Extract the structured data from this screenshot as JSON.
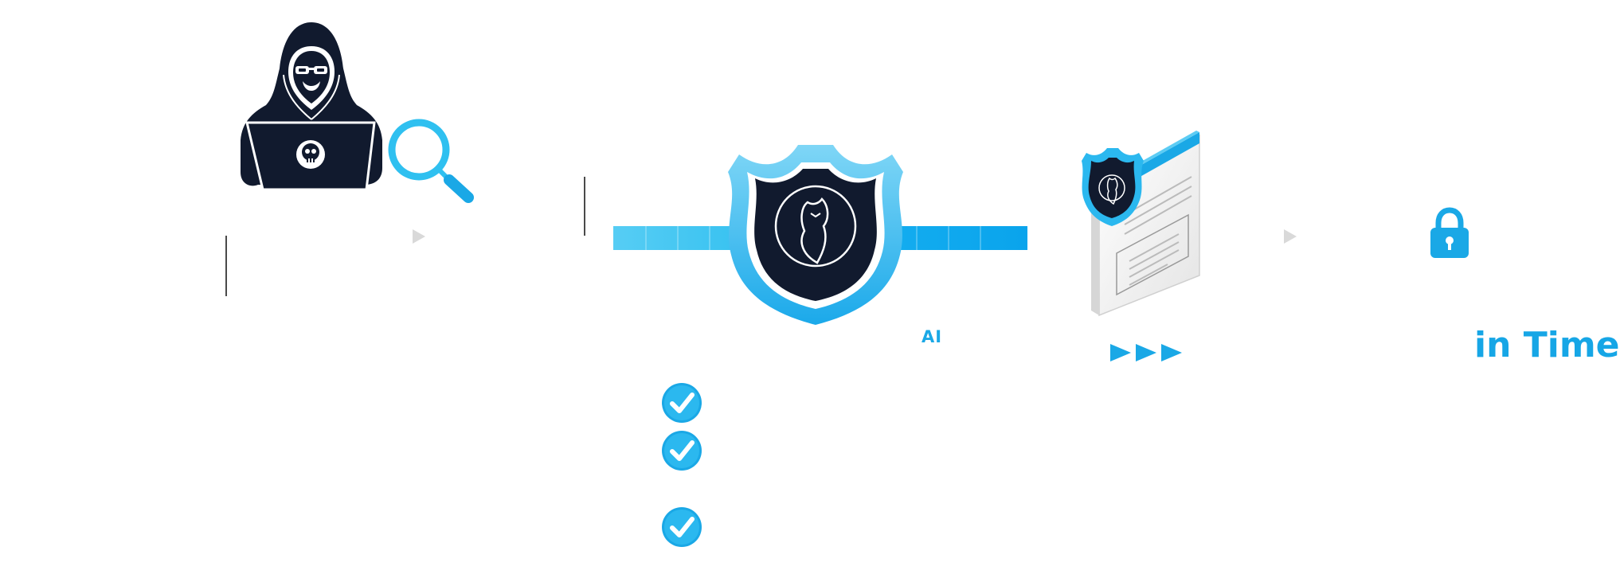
{
  "labels": {
    "ai": "AI",
    "in_time": "in Time"
  },
  "stages": [
    {
      "icon": "hacker-with-laptop-icon"
    },
    {
      "icon": "magnifier-icon"
    },
    {
      "icon": "owl-shield-icon"
    },
    {
      "icon": "protected-document-icon"
    },
    {
      "icon": "padlock-icon"
    }
  ],
  "checklist_items": 3,
  "colors": {
    "accent": "#16a6e6",
    "accent_light": "#56cdf4",
    "navy": "#111a2e",
    "arrow_gray": "#d9d9d9"
  }
}
